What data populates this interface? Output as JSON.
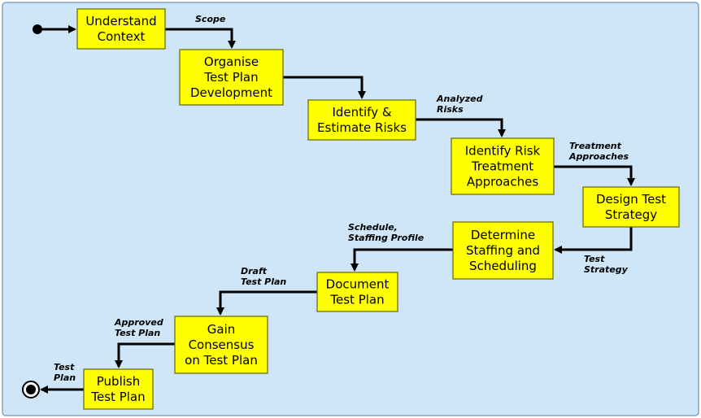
{
  "steps": [
    {
      "lines": [
        "Understand",
        "Context"
      ]
    },
    {
      "lines": [
        "Organise",
        "Test Plan",
        "Development"
      ]
    },
    {
      "lines": [
        "Identify  &",
        "Estimate Risks"
      ]
    },
    {
      "lines": [
        "Identify Risk",
        "Treatment",
        "Approaches"
      ]
    },
    {
      "lines": [
        "Design Test",
        "Strategy"
      ]
    },
    {
      "lines": [
        "Determine",
        "Staffing and",
        "Scheduling"
      ]
    },
    {
      "lines": [
        "Document",
        "Test Plan"
      ]
    },
    {
      "lines": [
        "Gain",
        "Consensus",
        "on Test Plan"
      ]
    },
    {
      "lines": [
        "Publish",
        "Test Plan"
      ]
    }
  ],
  "flows": [
    {
      "lines": [
        "Scope"
      ]
    },
    {
      "lines": []
    },
    {
      "lines": [
        "Analyzed",
        "Risks"
      ]
    },
    {
      "lines": [
        "Treatment",
        "Approaches"
      ]
    },
    {
      "lines": [
        "Test",
        "Strategy"
      ]
    },
    {
      "lines": [
        "Schedule,",
        "Staffing Profile"
      ]
    },
    {
      "lines": [
        "Draft",
        "Test Plan"
      ]
    },
    {
      "lines": [
        "Approved",
        "Test Plan"
      ]
    },
    {
      "lines": [
        "Test",
        "Plan"
      ]
    }
  ]
}
